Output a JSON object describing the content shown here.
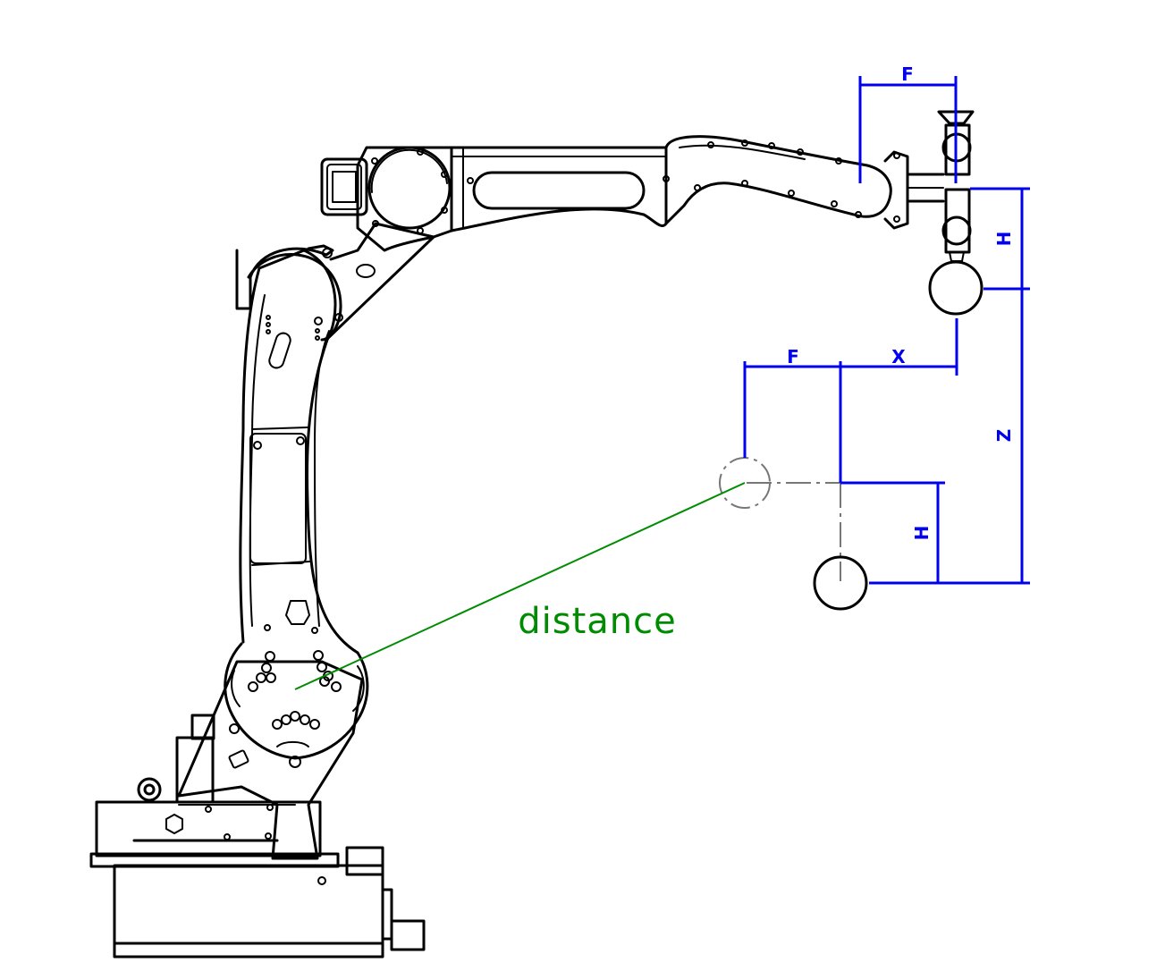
{
  "colors": {
    "outline": "#000000",
    "dimension": "#0000ee",
    "annotation": "#008c00",
    "centerline": "#777777"
  },
  "dimensions": {
    "top_offset_label": "F",
    "tool_height_label": "H",
    "target_offset_label": "F",
    "reach_label": "X",
    "vertical_label": "Z",
    "target_height_label": "H"
  },
  "annotation": {
    "label": "distance"
  }
}
